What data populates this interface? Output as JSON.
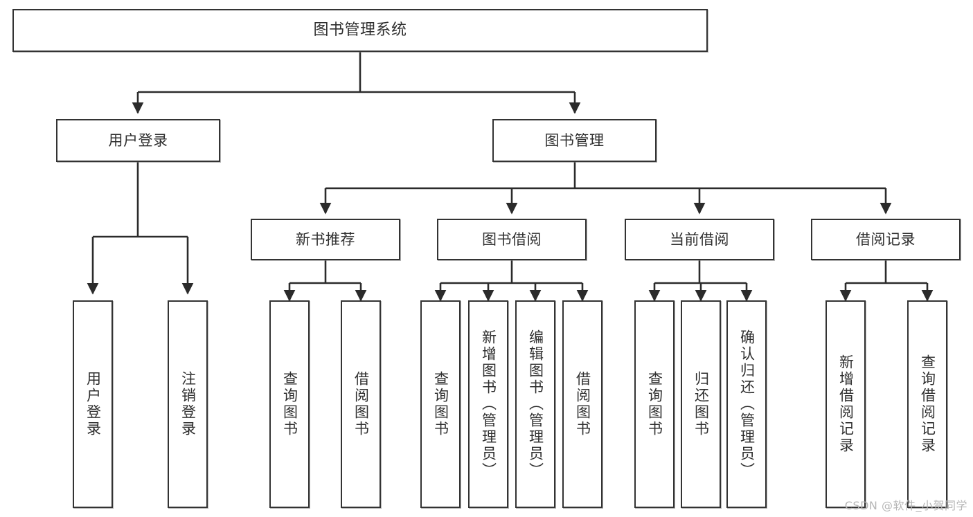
{
  "diagram": {
    "type": "tree-hierarchy",
    "title": "图书管理系统",
    "colors": {
      "box_border": "#333333",
      "box_fill": "#ffffff",
      "connector": "#2b2b2b",
      "text": "#2f2f2f",
      "watermark": "#b6b6b6"
    },
    "root": {
      "label": "图书管理系统"
    },
    "level1": [
      {
        "label": "用户登录"
      },
      {
        "label": "图书管理"
      }
    ],
    "level2": [
      {
        "label": "新书推荐"
      },
      {
        "label": "图书借阅"
      },
      {
        "label": "当前借阅"
      },
      {
        "label": "借阅记录"
      }
    ],
    "leaves": {
      "user_login": [
        {
          "label": "用户登录"
        },
        {
          "label": "注销登录"
        }
      ],
      "new_book_recommend": [
        {
          "label": "查询图书"
        },
        {
          "label": "借阅图书"
        }
      ],
      "book_borrow": [
        {
          "label": "查询图书"
        },
        {
          "label": "新增图书（管理员）"
        },
        {
          "label": "编辑图书（管理员）"
        },
        {
          "label": "借阅图书"
        }
      ],
      "current_borrow": [
        {
          "label": "查询图书"
        },
        {
          "label": "归还图书"
        },
        {
          "label": "确认归还（管理员）"
        }
      ],
      "borrow_record": [
        {
          "label": "新增借阅记录"
        },
        {
          "label": "查询借阅记录"
        }
      ]
    }
  },
  "watermark": {
    "text": "CSDN @软件_小贺同学"
  }
}
